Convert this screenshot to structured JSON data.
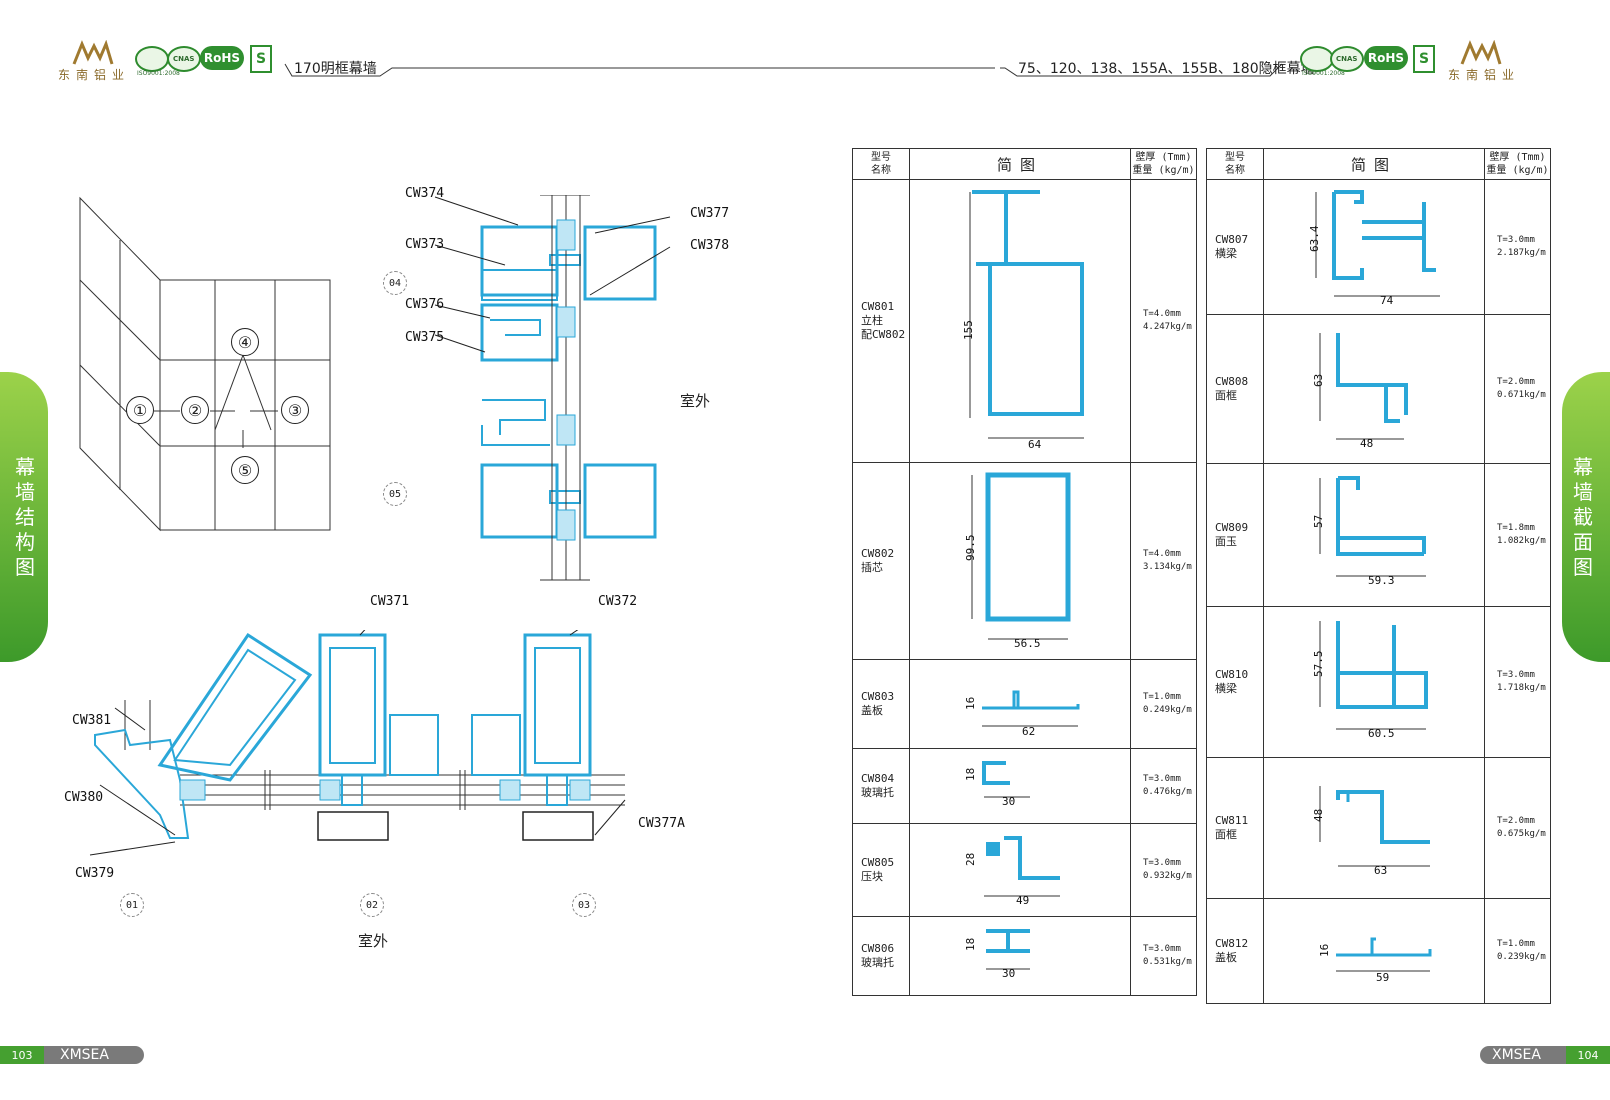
{
  "header": {
    "brand_name": "东南铝业",
    "left_title": "170明框幕墙",
    "right_title": "75、120、138、155A、155B、180隐框幕墙",
    "certs": {
      "iso_left": "ISO9001:2008",
      "iso_right": "ISO9001:2008",
      "rohs": "RoHS",
      "cnas": "CNAS"
    },
    "brand_color": "#8a6a2a",
    "accent_green": "#3d9a2a"
  },
  "side_tabs": {
    "left": "幕墙结构图",
    "right": "幕墙截面图"
  },
  "structure": {
    "circled": [
      "①",
      "②",
      "③",
      "④",
      "⑤"
    ],
    "profile_color": "#2aa7d8",
    "labels_top": [
      "CW374",
      "CW377",
      "CW373",
      "CW378",
      "CW376",
      "CW375"
    ],
    "section_ids": [
      "04",
      "05",
      "01",
      "02",
      "03"
    ],
    "outside_top": "室外",
    "labels_bottom": [
      "CW371",
      "CW372",
      "CW381",
      "CW380",
      "CW377A",
      "CW379"
    ],
    "outside_bottom": "室外"
  },
  "table_headers": {
    "model_top": "型号",
    "model_bottom": "名称",
    "drawing": "简图",
    "thick_top": "壁厚 (Tmm)",
    "thick_bottom": "重量 (kg/m)"
  },
  "left_table": [
    {
      "code": "CW801",
      "name": "立柱",
      "note": "配CW802",
      "t": "T=4.0mm",
      "w": "4.247kg/m",
      "dims": [
        "155",
        "64"
      ]
    },
    {
      "code": "CW802",
      "name": "插芯",
      "t": "T=4.0mm",
      "w": "3.134kg/m",
      "dims": [
        "99.5",
        "56.5"
      ]
    },
    {
      "code": "CW803",
      "name": "盖板",
      "t": "T=1.0mm",
      "w": "0.249kg/m",
      "dims": [
        "16",
        "62"
      ]
    },
    {
      "code": "CW804",
      "name": "玻璃托",
      "t": "T=3.0mm",
      "w": "0.476kg/m",
      "dims": [
        "18",
        "30"
      ]
    },
    {
      "code": "CW805",
      "name": "压块",
      "t": "T=3.0mm",
      "w": "0.932kg/m",
      "dims": [
        "28",
        "49"
      ]
    },
    {
      "code": "CW806",
      "name": "玻璃托",
      "t": "T=3.0mm",
      "w": "0.531kg/m",
      "dims": [
        "18",
        "30"
      ]
    }
  ],
  "right_table": [
    {
      "code": "CW807",
      "name": "横梁",
      "t": "T=3.0mm",
      "w": "2.187kg/m",
      "dims": [
        "63.4",
        "74"
      ]
    },
    {
      "code": "CW808",
      "name": "面框",
      "t": "T=2.0mm",
      "w": "0.671kg/m",
      "dims": [
        "63",
        "48"
      ]
    },
    {
      "code": "CW809",
      "name": "面玉",
      "t": "T=1.8mm",
      "w": "1.082kg/m",
      "dims": [
        "57",
        "59.3"
      ]
    },
    {
      "code": "CW810",
      "name": "横梁",
      "t": "T=3.0mm",
      "w": "1.718kg/m",
      "dims": [
        "57.5",
        "60.5"
      ]
    },
    {
      "code": "CW811",
      "name": "面框",
      "t": "T=2.0mm",
      "w": "0.675kg/m",
      "dims": [
        "48",
        "63"
      ]
    },
    {
      "code": "CW812",
      "name": "盖板",
      "t": "T=1.0mm",
      "w": "0.239kg/m",
      "dims": [
        "16",
        "59"
      ]
    }
  ],
  "footer": {
    "left_page": "103",
    "right_page": "104",
    "brand": "XMSEA"
  }
}
